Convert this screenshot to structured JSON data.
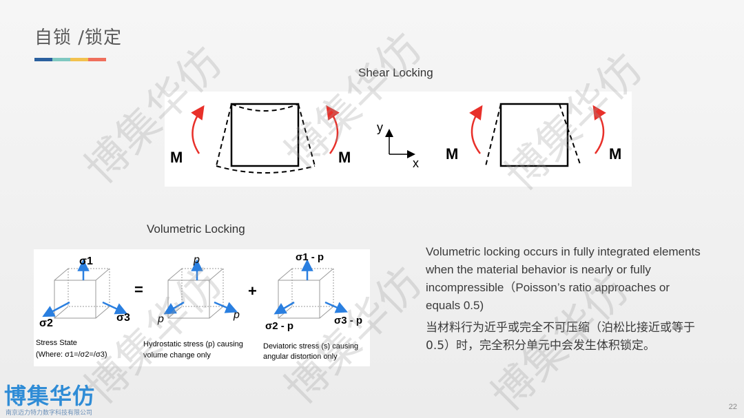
{
  "slide": {
    "title": "自锁 /锁定",
    "page_number": "22",
    "accent_colors": [
      "#2a5f9e",
      "#7fc8c0",
      "#f2c14e",
      "#ef6f5c"
    ]
  },
  "shear": {
    "title": "Shear Locking",
    "moment_label": "M",
    "axis_x": "x",
    "axis_y": "y",
    "arrow_color": "#e8302a"
  },
  "volumetric": {
    "title": "Volumetric Locking",
    "cube1": {
      "top": "σ1",
      "left": "σ2",
      "right": "σ3",
      "caption_line1": "Stress State",
      "caption_line2": "(Where: σ1=/σ2=/σ3)"
    },
    "equals": "=",
    "cube2": {
      "top": "p",
      "left": "p",
      "right": "p",
      "caption_line1": "Hydrostatic stress (p) causing",
      "caption_line2": "volume change only"
    },
    "plus": "+",
    "cube3": {
      "top": "σ1 - p",
      "left": "σ2 - p",
      "right": "σ3 - p",
      "caption_line1": "Deviatoric stress (s) causing",
      "caption_line2": "angular distortion only"
    },
    "arrow_color": "#2a7fe0"
  },
  "description": {
    "en": "Volumetric locking occurs in fully integrated elements when the material behavior is nearly or fully incompressible（Poisson’s ratio approaches or equals 0.5)",
    "cn": "当材料行为近乎或完全不可压缩（泊松比接近或等于0.5）时，完全积分单元中会发生体积锁定。"
  },
  "branding": {
    "name": "博集华仿",
    "company": "南京迈力特力数字科技有限公司",
    "watermark": "博集华仿"
  }
}
